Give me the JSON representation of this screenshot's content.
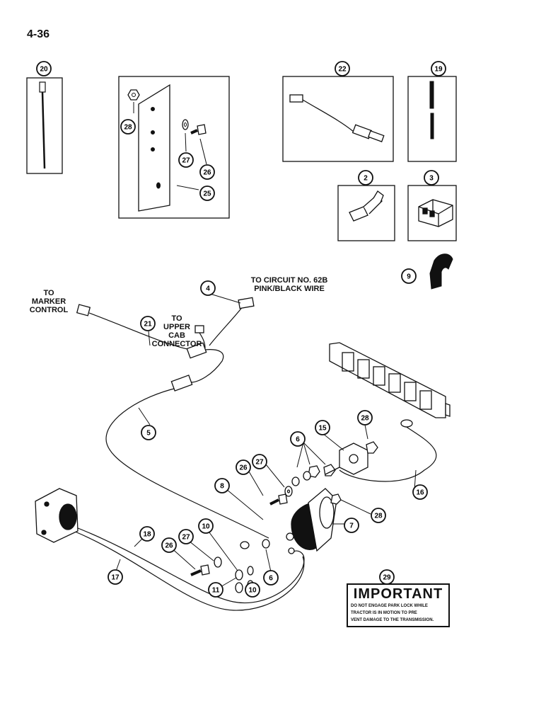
{
  "page": {
    "number": "4-36"
  },
  "callouts": [
    {
      "id": "c20",
      "num": "20"
    },
    {
      "id": "c28a",
      "num": "28"
    },
    {
      "id": "c27a",
      "num": "27"
    },
    {
      "id": "c26a",
      "num": "26"
    },
    {
      "id": "c25",
      "num": "25"
    },
    {
      "id": "c22",
      "num": "22"
    },
    {
      "id": "c19",
      "num": "19"
    },
    {
      "id": "c2",
      "num": "2"
    },
    {
      "id": "c3",
      "num": "3"
    },
    {
      "id": "c9",
      "num": "9"
    },
    {
      "id": "c4",
      "num": "4"
    },
    {
      "id": "c21",
      "num": "21"
    },
    {
      "id": "c5",
      "num": "5"
    },
    {
      "id": "c15",
      "num": "15"
    },
    {
      "id": "c28b",
      "num": "28"
    },
    {
      "id": "c6a",
      "num": "6"
    },
    {
      "id": "c16",
      "num": "16"
    },
    {
      "id": "c26b",
      "num": "26"
    },
    {
      "id": "c27b",
      "num": "27"
    },
    {
      "id": "c8",
      "num": "8"
    },
    {
      "id": "c28c",
      "num": "28"
    },
    {
      "id": "c7",
      "num": "7"
    },
    {
      "id": "c18",
      "num": "18"
    },
    {
      "id": "c10a",
      "num": "10"
    },
    {
      "id": "c27c",
      "num": "27"
    },
    {
      "id": "c26c",
      "num": "26"
    },
    {
      "id": "c6b",
      "num": "6"
    },
    {
      "id": "c17",
      "num": "17"
    },
    {
      "id": "c11",
      "num": "11"
    },
    {
      "id": "c10b",
      "num": "10"
    },
    {
      "id": "c29",
      "num": "29"
    }
  ],
  "labels": {
    "marker_control": "TO\nMARKER\nCONTROL",
    "upper_cab": "TO\nUPPER\nCAB\nCONNECTOR",
    "circuit": "TO CIRCUIT NO. 62B\nPINK/BLACK WIRE"
  },
  "decal": {
    "title": "IMPORTANT",
    "line1": "DO NOT ENGAGE PARK LOCK WHILE",
    "line2": "TRACTOR IS IN MOTION TO PRE",
    "line3": "VENT DAMAGE TO THE TRANSMISSION."
  }
}
